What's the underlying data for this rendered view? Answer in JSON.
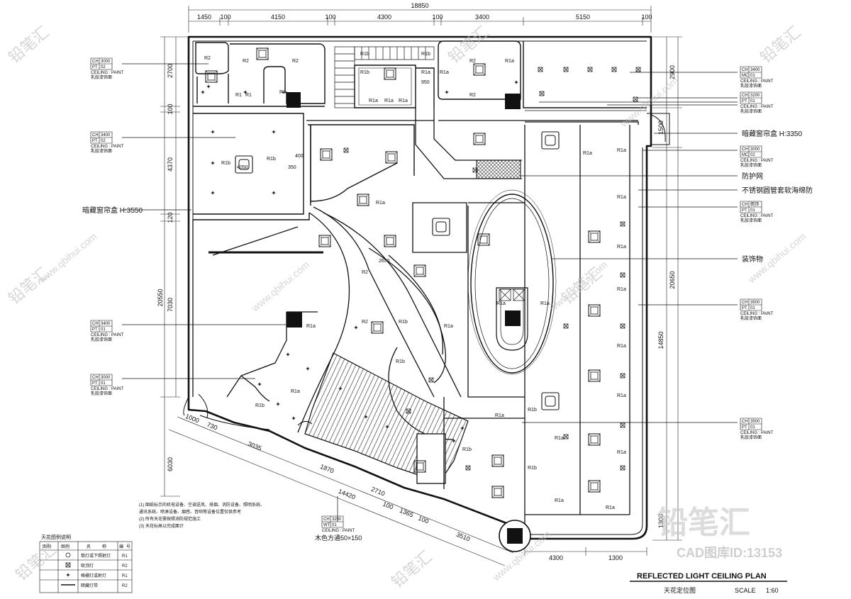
{
  "drawing": {
    "title": "REFLECTED LIGHT CEILING PLAN",
    "subtitle": "天花定位图",
    "scale_label": "SCALE",
    "scale_value": "1:60"
  },
  "watermarks": {
    "brand": "铅笔汇",
    "cad_id": "CAD图库ID:13153",
    "site": "www.qbihui.com"
  },
  "dims_top": {
    "total": "18850",
    "segments": [
      "1450",
      "100",
      "4150",
      "100",
      "4300",
      "100",
      "3400",
      "5150",
      "100"
    ]
  },
  "dims_left": [
    "2700",
    "100",
    "4370",
    "120",
    "7030",
    "20550",
    "6030"
  ],
  "dims_right": [
    "2900",
    "1500",
    "20650",
    "14850",
    "1300"
  ],
  "dims_bottom": [
    "1000",
    "730",
    "3035",
    "1870",
    "2710",
    "14420",
    "100",
    "1365",
    "100",
    "3510",
    "4300",
    "1300"
  ],
  "ceiling_tags": [
    {
      "ch": "CH",
      "h": "3000",
      "code_k": "PT",
      "code_v": "02",
      "paint": "CEILING : PAINT",
      "cn": "乳胶漆饰面"
    },
    {
      "ch": "CH",
      "h": "3400",
      "code_k": "PT",
      "code_v": "02",
      "paint": "CEILING : PAINT",
      "cn": "乳胶漆饰面"
    },
    {
      "ch": "CH",
      "h": "3400",
      "code_k": "PT",
      "code_v": "01",
      "paint": "CEILING : PAINT",
      "cn": "乳胶漆饰面"
    },
    {
      "ch": "CH",
      "h": "3000",
      "code_k": "PT",
      "code_v": "01",
      "paint": "CEILING : PAINT",
      "cn": "乳胶漆饰面"
    },
    {
      "ch": "CH",
      "h": "3400",
      "code_k": "MC",
      "code_v": "01",
      "paint": "CEILING : PAINT",
      "cn": "乳胶漆饰面"
    },
    {
      "ch": "CH",
      "h": "3200",
      "code_k": "PT",
      "code_v": "01",
      "paint": "CEILING : PAINT",
      "cn": "乳胶漆饰面"
    },
    {
      "ch": "CH",
      "h": "3000",
      "code_k": "MC",
      "code_v": "02",
      "paint": "CEILING : PAINT",
      "cn": "乳胶漆饰面"
    },
    {
      "ch": "CH",
      "h": "倒顶",
      "code_k": "PT",
      "code_v": "01",
      "paint": "CEILING : PAINT",
      "cn": "乳胶漆饰面"
    },
    {
      "ch": "CH",
      "h": "3500",
      "code_k": "PT",
      "code_v": "01",
      "paint": "CEILING : PAINT",
      "cn": "乳胶漆饰面"
    },
    {
      "ch": "CH",
      "h": "3500",
      "code_k": "PT",
      "code_v": "01",
      "paint": "CEILING : PAINT",
      "cn": "乳胶漆饰面"
    },
    {
      "ch": "CH",
      "h": "3250",
      "code_k": "WT",
      "code_v": "01",
      "paint": "CEILING : PAINT",
      "cn": ""
    }
  ],
  "callouts": {
    "curtain_box_right": "暗藏窗帘盒 H:3350",
    "curtain_box_left": "暗藏窗帘盒 H:3550",
    "guard_net": "防护网",
    "steel_pipe": "不锈钢圆管套软海绵防",
    "decoration": "装饰物",
    "wood_strip": "木色方通50×150"
  },
  "room_labels": {
    "r1": "R1",
    "r1a": "R1a",
    "r1b": "R1b",
    "r2": "R2",
    "d950": "950",
    "d400": "400",
    "d350": "350",
    "d4050": "4050",
    "d2650": "2650"
  },
  "legend": {
    "title": "天花图例说明",
    "headers": [
      "图例",
      "图例",
      "名",
      "称",
      "编",
      "号"
    ],
    "rows": [
      {
        "name": "筒灯或下照射灯",
        "code": "R1"
      },
      {
        "name": "吸顶灯",
        "code": "R2"
      },
      {
        "name": "格栅灯或射灯",
        "code": "R1"
      },
      {
        "name": "暗藏灯带",
        "code": "R2"
      }
    ]
  },
  "notes_lines": [
    "(1) 图纸标示的机电设备、空调送风、排烟、消防设备、照明系统、",
    "  通讯系统、喷淋设备、烟感、音响等设备位置仅供参考",
    "(2) 所有天花需按照消防规范施工",
    "(3) 天花标高以完成面计"
  ]
}
